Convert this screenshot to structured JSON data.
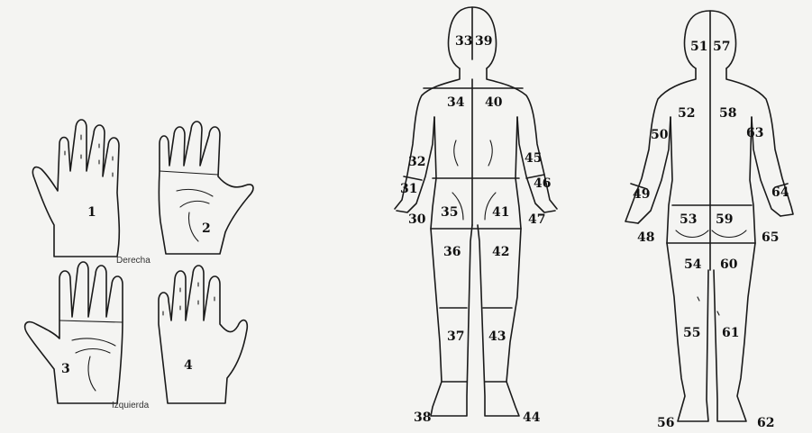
{
  "hands": {
    "caption_right": "Derecha",
    "caption_left": "Izquierda",
    "regions": [
      "1",
      "2",
      "3",
      "4"
    ]
  },
  "front_body": {
    "regions": [
      "33",
      "39",
      "34",
      "40",
      "32",
      "45",
      "31",
      "46",
      "30",
      "47",
      "35",
      "41",
      "36",
      "42",
      "37",
      "43",
      "38",
      "44"
    ]
  },
  "back_body": {
    "regions": [
      "51",
      "57",
      "52",
      "58",
      "50",
      "63",
      "49",
      "64",
      "48",
      "65",
      "53",
      "59",
      "54",
      "60",
      "55",
      "61",
      "56",
      "62"
    ]
  }
}
